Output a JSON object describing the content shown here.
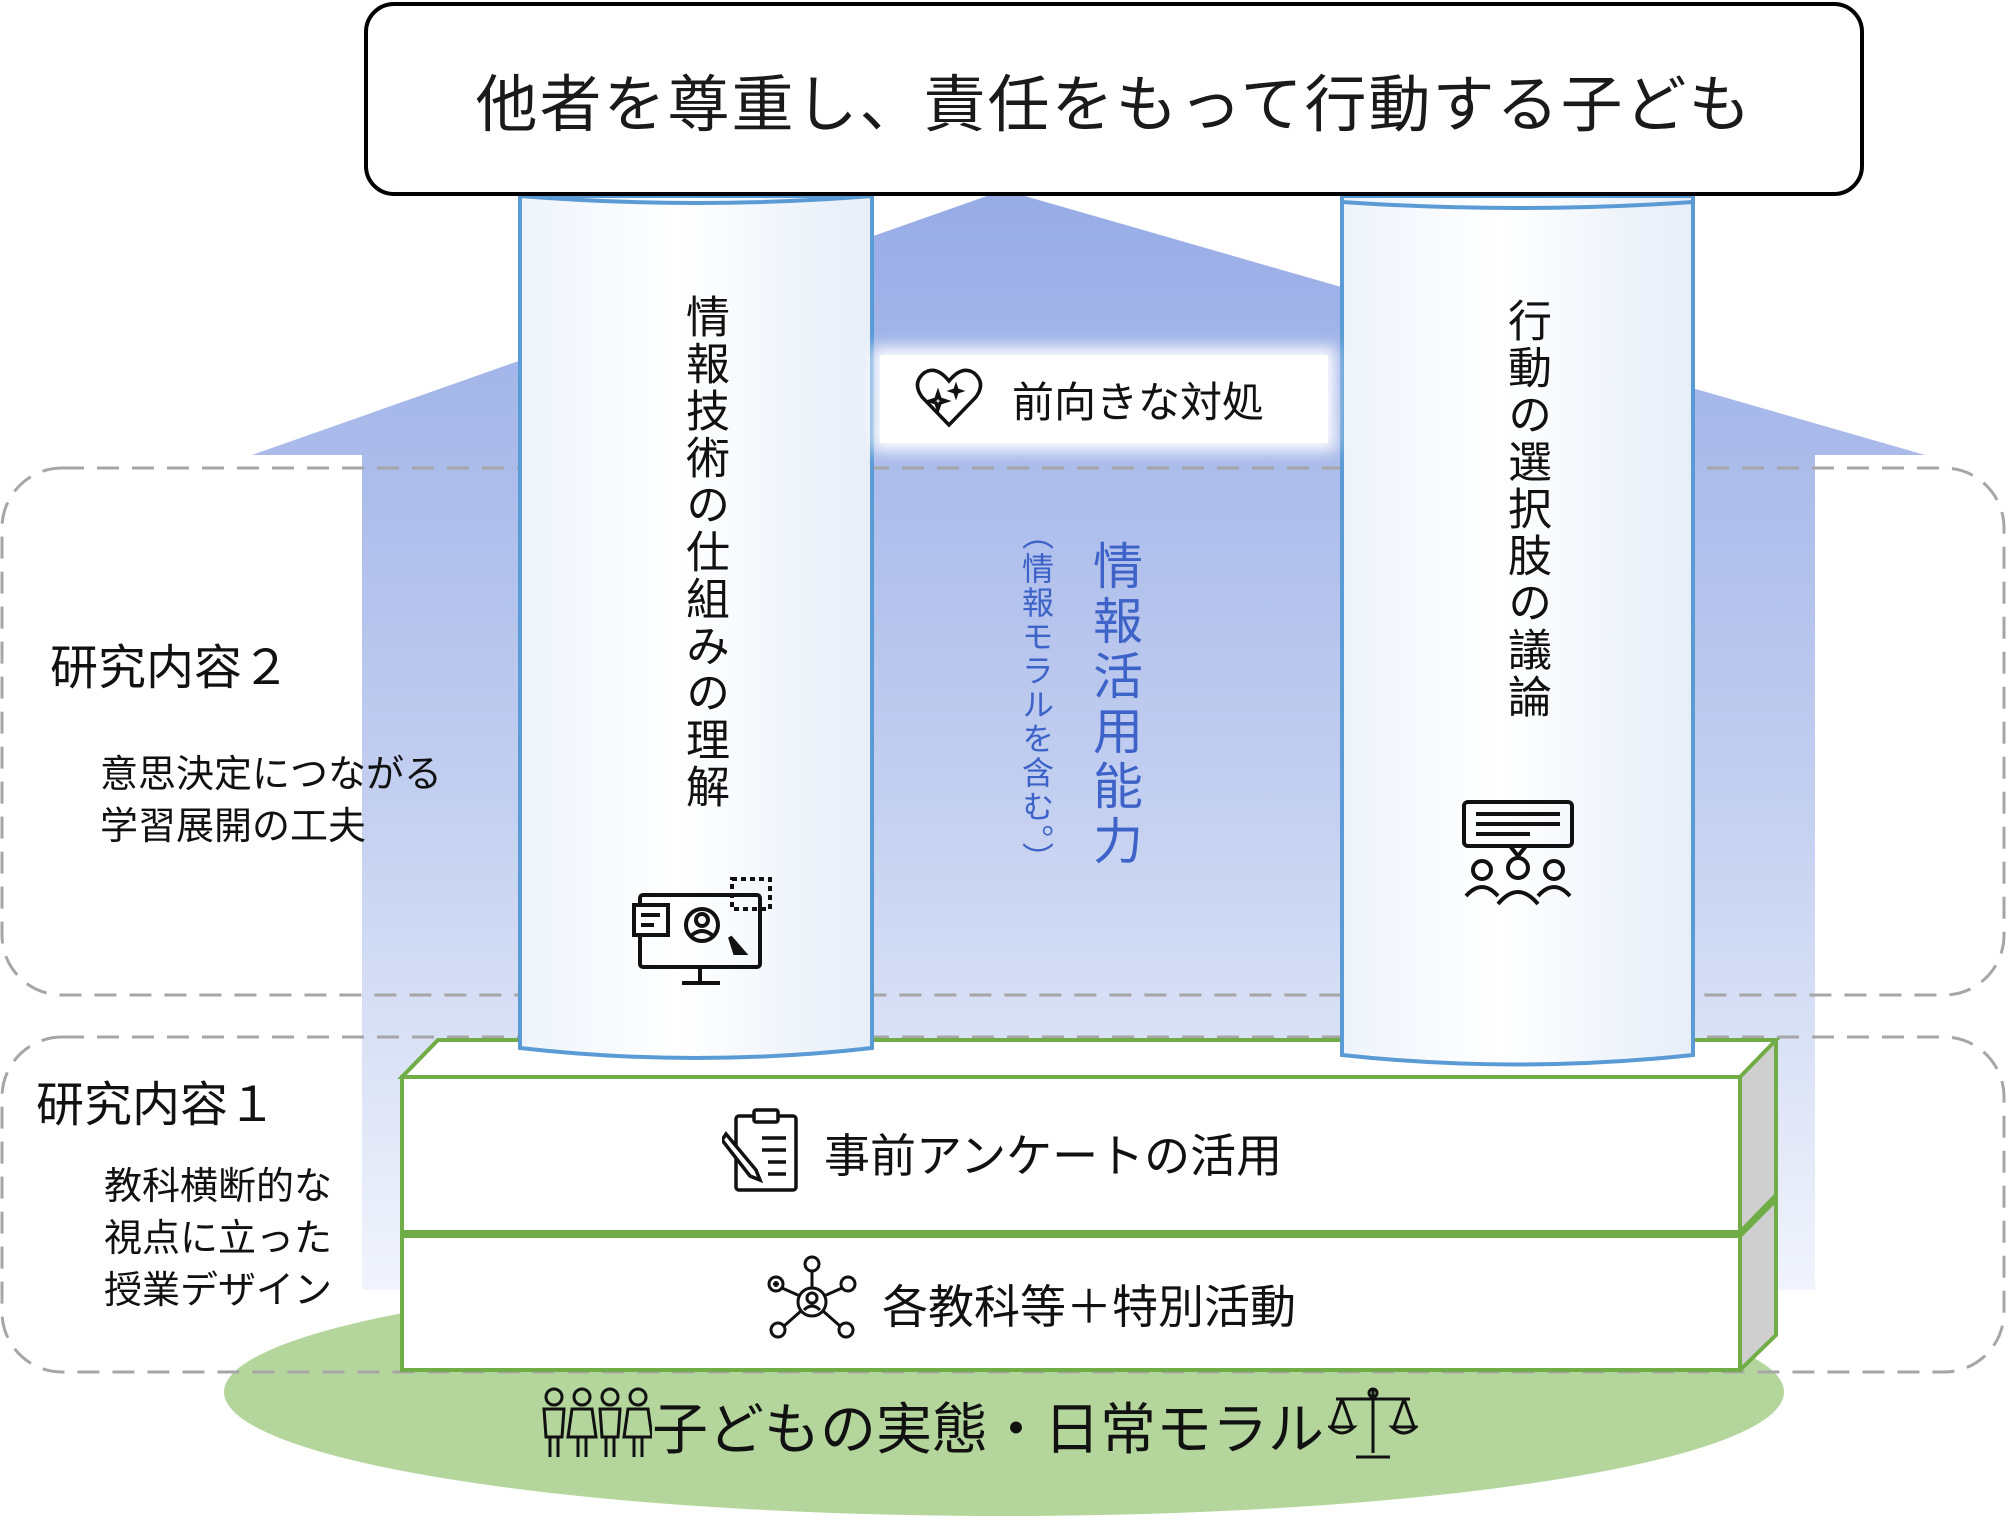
{
  "goal": {
    "text": "他者を尊重し、責任をもって行動する子ども"
  },
  "pillars": {
    "left": {
      "text": "情報技術の仕組みの理解",
      "icon": "computer-user-icon"
    },
    "right": {
      "text": "行動の選択肢の議論",
      "icon": "group-discussion-icon"
    }
  },
  "center": {
    "coping": {
      "text": "前向きな対処",
      "icon": "sparkle-heart-icon"
    },
    "main": "情報活用能力",
    "sub": "（情報モラルを含む。）"
  },
  "research2": {
    "heading": "研究内容２",
    "desc_line1": "意思決定につながる",
    "desc_line2": "学習展開の工夫"
  },
  "research1": {
    "heading": "研究内容１",
    "desc_line1": "教科横断的な",
    "desc_line2": "視点に立った",
    "desc_line3": "授業デザイン"
  },
  "tiers": {
    "upper": {
      "text": "事前アンケートの活用",
      "icon": "clipboard-pencil-icon"
    },
    "lower": {
      "text": "各教科等＋特別活動",
      "icon": "network-people-icon"
    }
  },
  "foundation": {
    "text": "子どもの実態・日常モラル",
    "left_icon": "children-group-icon",
    "right_icon": "balance-scale-icon"
  },
  "colors": {
    "arrow_top": "#9aaee6",
    "arrow_bottom": "#eef1fb",
    "pillar_border": "#5b9bd5",
    "platform_border": "#70ad47",
    "platform_side": "#cfcfcf",
    "ground": "#b4d69c",
    "accent_text": "#3d63c8",
    "dashed": "#a6a6a6"
  }
}
